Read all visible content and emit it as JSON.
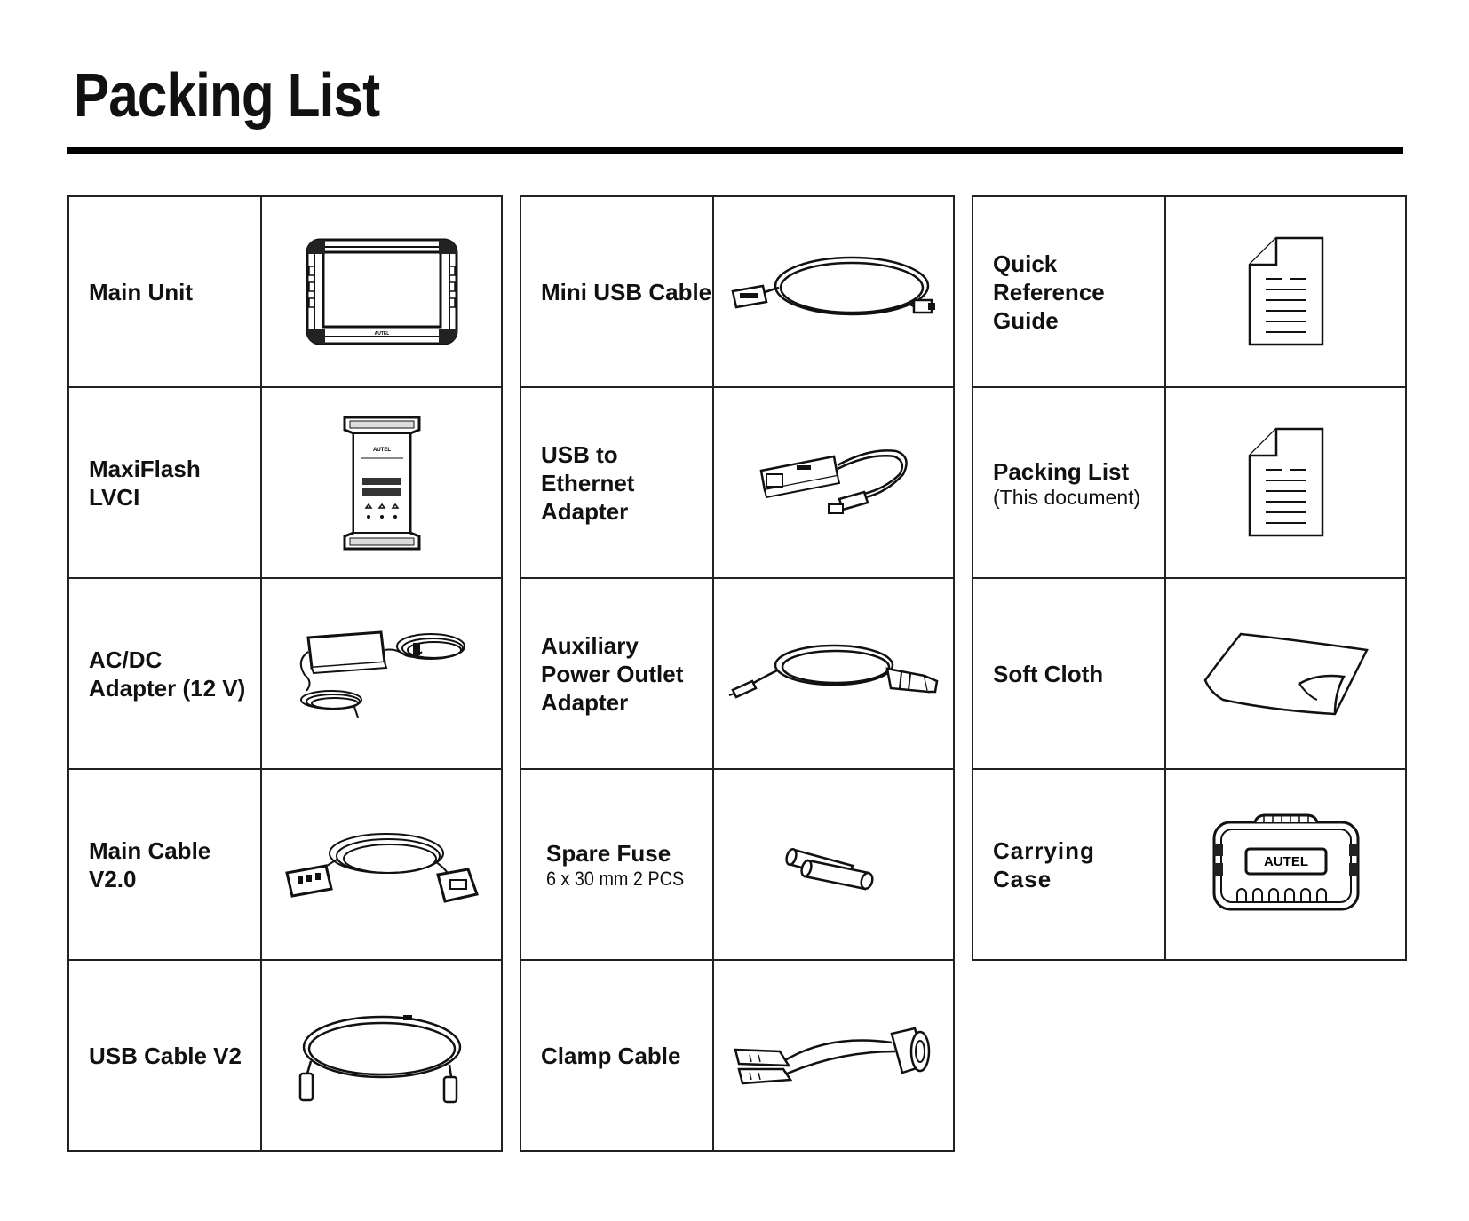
{
  "title": "Packing List",
  "columns": [
    [
      {
        "label": "Main Unit",
        "icon": "main-unit-tablet-icon"
      },
      {
        "label": "MaxiFlash\nLVCI",
        "icon": "lvci-device-icon"
      },
      {
        "label": "AC/DC\nAdapter (12 V)",
        "icon": "ac-dc-adapter-icon"
      },
      {
        "label": "Main Cable\nV2.0",
        "icon": "main-cable-icon"
      },
      {
        "label": "USB Cable V2",
        "icon": "usb-cable-icon"
      }
    ],
    [
      {
        "label": "Mini USB Cable",
        "icon": "mini-usb-cable-icon"
      },
      {
        "label": "USB to\nEthernet\nAdapter",
        "icon": "usb-ethernet-adapter-icon"
      },
      {
        "label": "Auxiliary\nPower Outlet\nAdapter",
        "icon": "power-outlet-adapter-icon"
      },
      {
        "label": "Spare Fuse",
        "sublabel": "6 x 30 mm  2 PCS",
        "icon": "fuse-icon"
      },
      {
        "label": "Clamp Cable",
        "icon": "clamp-cable-icon"
      }
    ],
    [
      {
        "label": "Quick\nReference\nGuide",
        "icon": "document-icon"
      },
      {
        "label": "Packing List",
        "sublabel": "(This document)",
        "icon": "document-icon"
      },
      {
        "label": "Soft Cloth",
        "icon": "soft-cloth-icon"
      },
      {
        "label": "Carrying\nCase",
        "icon": "carrying-case-icon"
      }
    ]
  ],
  "branding": {
    "device_logo": "AUTEL",
    "case_logo": "AUTEL"
  }
}
